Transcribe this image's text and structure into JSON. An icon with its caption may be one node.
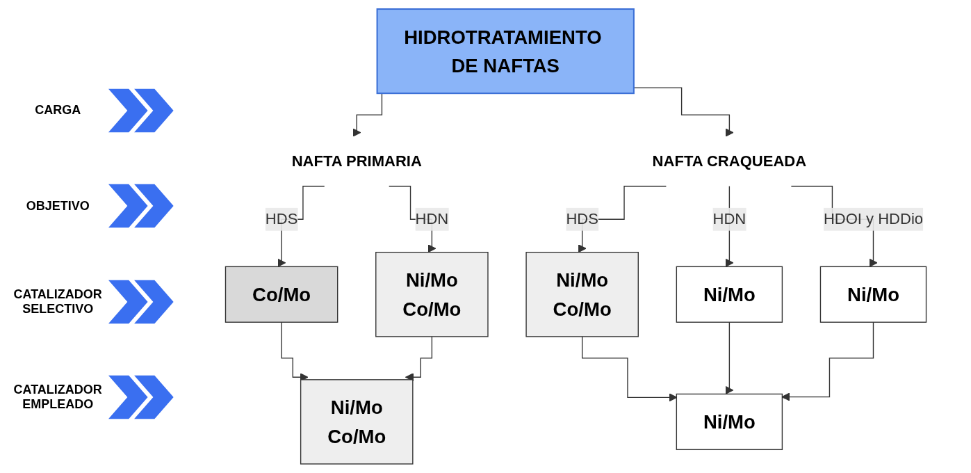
{
  "diagram": {
    "nodes": [
      {
        "text": [
          "HIDROTRATAMIENTO DE NAFTAS"
        ]
      },
      {
        "text": [
          "NAFTA PRIMARIA"
        ]
      },
      {
        "text": [
          "NAFTA CRAQUEADA"
        ]
      },
      {
        "text": [
          "Co/Mo"
        ]
      },
      {
        "text": [
          "Ni/Mo",
          "Co/Mo"
        ]
      },
      {
        "text": [
          "Ni/Mo",
          "Co/Mo"
        ]
      },
      {
        "text": [
          "Ni/Mo"
        ]
      },
      {
        "text": [
          "Ni/Mo"
        ]
      },
      {
        "text": [
          "Ni/Mo",
          "Co/Mo"
        ]
      },
      {
        "text": [
          "Ni/Mo"
        ]
      }
    ],
    "edges": [
      {
        "from": 0,
        "to": 1,
        "arrow": "to"
      },
      {
        "from": 0,
        "to": 2,
        "arrow": "to"
      },
      {
        "from": 1,
        "to": 3,
        "label": "HDS",
        "arrow": "to"
      },
      {
        "from": 1,
        "to": 4,
        "label": "HDN",
        "arrow": "to"
      },
      {
        "from": 2,
        "to": 5,
        "label": "HDS",
        "arrow": "to"
      },
      {
        "from": 2,
        "to": 6,
        "label": "HDN",
        "arrow": "to"
      },
      {
        "from": 2,
        "to": 7,
        "label": "HDOI y HDDio",
        "arrow": "to"
      },
      {
        "from": 3,
        "to": 8,
        "arrow": "to"
      },
      {
        "from": 4,
        "to": 8,
        "arrow": "to"
      },
      {
        "from": 5,
        "to": 9,
        "arrow": "to"
      },
      {
        "from": 6,
        "to": 9,
        "arrow": "to"
      },
      {
        "from": 7,
        "to": 9,
        "arrow": "to"
      }
    ],
    "labels": [
      "CARGA",
      "OBJETIVO",
      "CATALIZADOR SELECTIVO",
      "CATALIZADOR EMPLEADO"
    ]
  }
}
